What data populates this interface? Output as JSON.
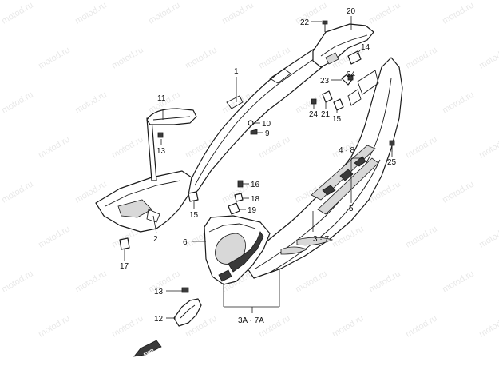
{
  "watermark_text": "motod.ru",
  "fwd_label": "FWD",
  "callouts": {
    "c1": "1",
    "c2": "2",
    "c4_8": "4 · 8",
    "c5": "5",
    "c6": "6",
    "c3_7": "3 · 7",
    "c3a_7a": "3A · 7A",
    "c9": "9",
    "c10": "10",
    "c11": "11",
    "c12": "12",
    "c13a": "13",
    "c13b": "13",
    "c14": "14",
    "c15a": "15",
    "c15b": "15",
    "c16": "16",
    "c17": "17",
    "c18": "18",
    "c19": "19",
    "c20": "20",
    "c21": "21",
    "c22": "22",
    "c23": "23",
    "c24a": "24",
    "c24b": "24",
    "c25": "25"
  }
}
